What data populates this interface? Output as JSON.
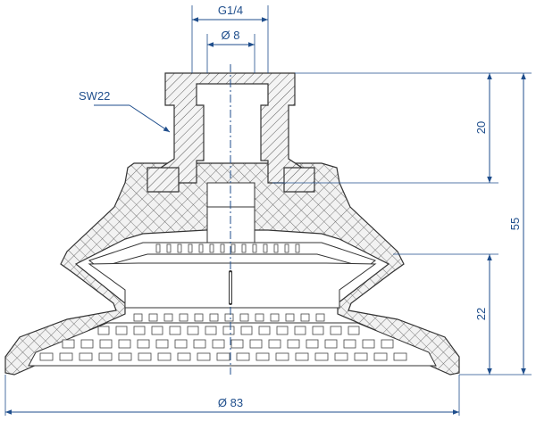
{
  "dimensions": {
    "thread": "G1/4",
    "bore": "Ø 8",
    "wrench": "SW22",
    "fitting_height": "20",
    "total_height": "55",
    "lip_height": "22",
    "diameter": "Ø 83"
  },
  "colors": {
    "dimension": "#1f4e8c",
    "outline": "#333333",
    "hatch": "#555555",
    "fill": "#f2f2f2"
  }
}
